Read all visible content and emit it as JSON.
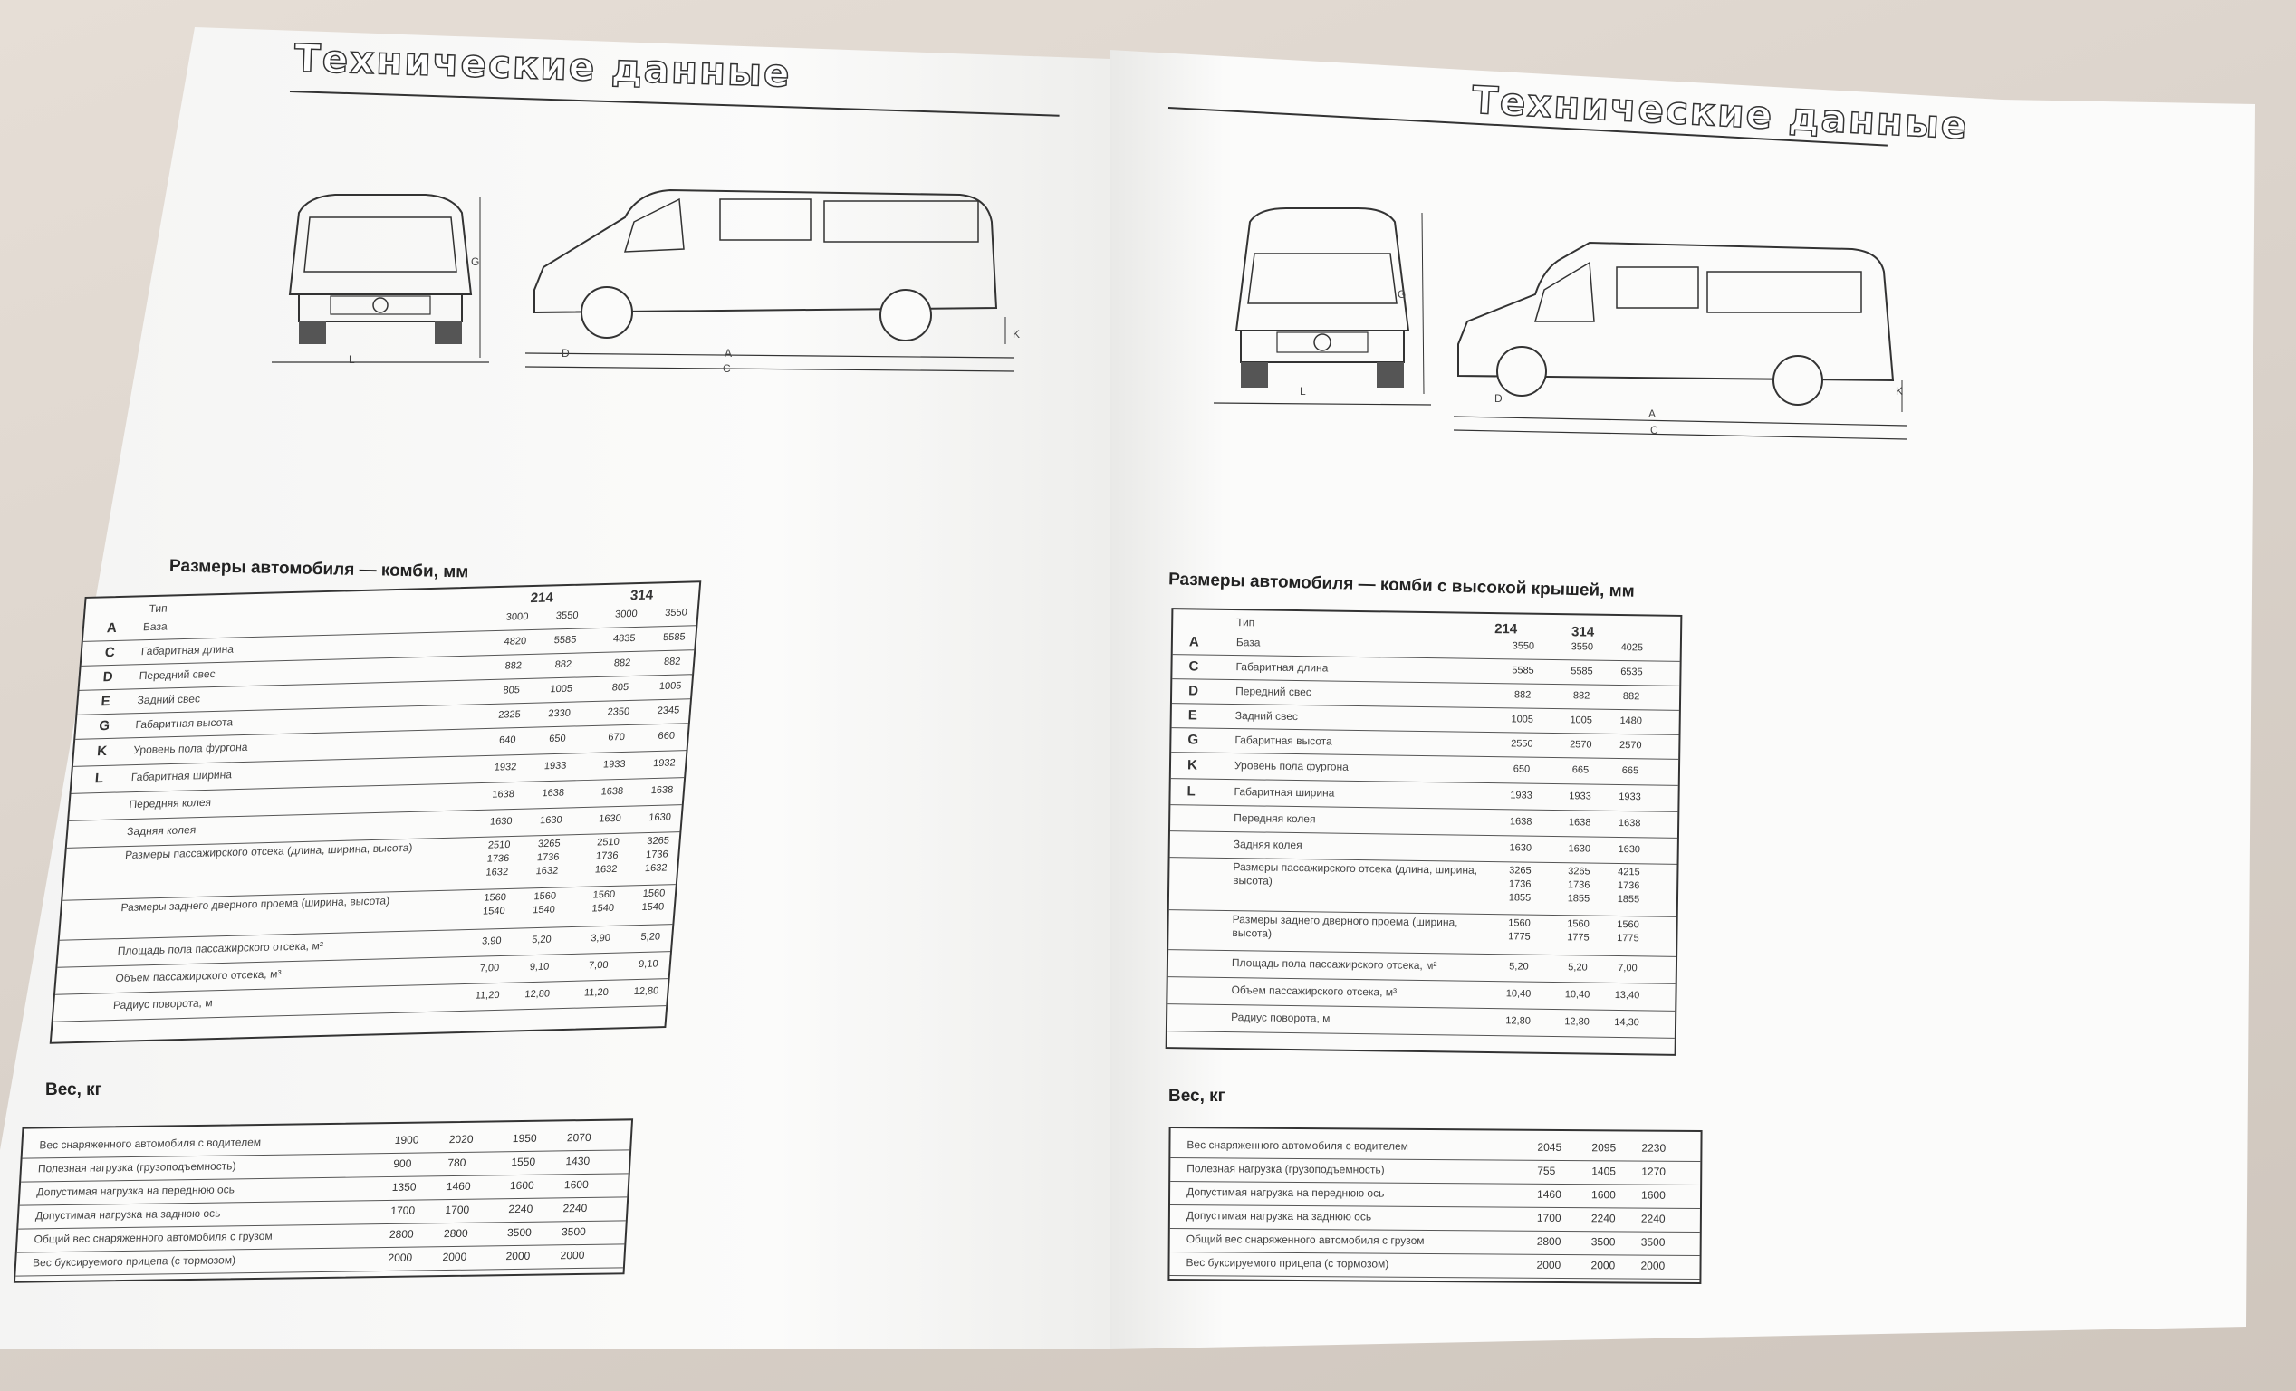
{
  "left_page": {
    "header": "Технические данные",
    "dims_title": "Размеры автомобиля — комби, мм",
    "weight_title": "Вес, кг",
    "col_type": "Тип",
    "models": [
      "214",
      "314"
    ],
    "rows": [
      {
        "key": "A",
        "label": "База",
        "v": [
          "3000",
          "3550",
          "3000",
          "3550"
        ]
      },
      {
        "key": "C",
        "label": "Габаритная длина",
        "v": [
          "4820",
          "5585",
          "4835",
          "5585"
        ]
      },
      {
        "key": "D",
        "label": "Передний свес",
        "v": [
          "882",
          "882",
          "882",
          "882"
        ]
      },
      {
        "key": "E",
        "label": "Задний свес",
        "v": [
          "805",
          "1005",
          "805",
          "1005"
        ]
      },
      {
        "key": "G",
        "label": "Габаритная высота",
        "v": [
          "2325",
          "2330",
          "2350",
          "2345"
        ]
      },
      {
        "key": "K",
        "label": "Уровень пола фургона",
        "v": [
          "640",
          "650",
          "670",
          "660"
        ]
      },
      {
        "key": "L",
        "label": "Габаритная ширина",
        "v": [
          "1932",
          "1933",
          "1933",
          "1932"
        ]
      },
      {
        "key": "",
        "label": "Передняя колея",
        "v": [
          "1638",
          "1638",
          "1638",
          "1638"
        ]
      },
      {
        "key": "",
        "label": "Задняя колея",
        "v": [
          "1630",
          "1630",
          "1630",
          "1630"
        ]
      },
      {
        "key": "",
        "label": "Размеры пассажирского отсека (длина, ширина, высота)",
        "v": [
          "2510 1736 1632",
          "3265 1736 1632",
          "2510 1736 1632",
          "3265 1736 1632"
        ]
      },
      {
        "key": "",
        "label": "Размеры заднего дверного проема (ширина, высота)",
        "v": [
          "1560 1540",
          "1560 1540",
          "1560 1540",
          "1560 1540"
        ]
      },
      {
        "key": "",
        "label": "Площадь пола пассажирского отсека, м²",
        "v": [
          "3,90",
          "5,20",
          "3,90",
          "5,20"
        ]
      },
      {
        "key": "",
        "label": "Объем пассажирского отсека, м³",
        "v": [
          "7,00",
          "9,10",
          "7,00",
          "9,10"
        ]
      },
      {
        "key": "",
        "label": "Радиус поворота, м",
        "v": [
          "11,20",
          "12,80",
          "11,20",
          "12,80"
        ]
      }
    ],
    "weights": [
      {
        "label": "Вес снаряженного автомобиля с водителем",
        "v": [
          "1900",
          "2020",
          "1950",
          "2070"
        ]
      },
      {
        "label": "Полезная нагрузка (грузоподъемность)",
        "v": [
          "900",
          "780",
          "1550",
          "1430"
        ]
      },
      {
        "label": "Допустимая нагрузка на переднюю ось",
        "v": [
          "1350",
          "1460",
          "1600",
          "1600"
        ]
      },
      {
        "label": "Допустимая нагрузка на заднюю ось",
        "v": [
          "1700",
          "1700",
          "2240",
          "2240"
        ]
      },
      {
        "label": "Общий вес снаряженного автомобиля с грузом",
        "v": [
          "2800",
          "2800",
          "3500",
          "3500"
        ]
      },
      {
        "label": "Вес буксируемого прицепа (с тормозом)",
        "v": [
          "2000",
          "2000",
          "2000",
          "2000"
        ]
      }
    ],
    "dim_letters": {
      "front_L": "L",
      "front_G": "G",
      "side_D": "D",
      "side_A": "A",
      "side_C": "C",
      "side_K": "K"
    }
  },
  "right_page": {
    "header": "Технические данные",
    "dims_title": "Размеры автомобиля — комби с высокой крышей, мм",
    "weight_title": "Вес, кг",
    "col_type": "Тип",
    "models": [
      "214",
      "314"
    ],
    "rows": [
      {
        "key": "A",
        "label": "База",
        "v": [
          "3550",
          "3550",
          "4025"
        ]
      },
      {
        "key": "C",
        "label": "Габаритная длина",
        "v": [
          "5585",
          "5585",
          "6535"
        ]
      },
      {
        "key": "D",
        "label": "Передний свес",
        "v": [
          "882",
          "882",
          "882"
        ]
      },
      {
        "key": "E",
        "label": "Задний свес",
        "v": [
          "1005",
          "1005",
          "1480"
        ]
      },
      {
        "key": "G",
        "label": "Габаритная высота",
        "v": [
          "2550",
          "2570",
          "2570"
        ]
      },
      {
        "key": "K",
        "label": "Уровень пола фургона",
        "v": [
          "650",
          "665",
          "665"
        ]
      },
      {
        "key": "L",
        "label": "Габаритная ширина",
        "v": [
          "1933",
          "1933",
          "1933"
        ]
      },
      {
        "key": "",
        "label": "Передняя колея",
        "v": [
          "1638",
          "1638",
          "1638"
        ]
      },
      {
        "key": "",
        "label": "Задняя колея",
        "v": [
          "1630",
          "1630",
          "1630"
        ]
      },
      {
        "key": "",
        "label": "Размеры пассажирского отсека (длина, ширина, высота)",
        "v": [
          "3265 1736 1855",
          "3265 1736 1855",
          "4215 1736 1855"
        ]
      },
      {
        "key": "",
        "label": "Размеры заднего дверного проема (ширина, высота)",
        "v": [
          "1560 1775",
          "1560 1775",
          "1560 1775"
        ]
      },
      {
        "key": "",
        "label": "Площадь пола пассажирского отсека, м²",
        "v": [
          "5,20",
          "5,20",
          "7,00"
        ]
      },
      {
        "key": "",
        "label": "Объем пассажирского отсека, м³",
        "v": [
          "10,40",
          "10,40",
          "13,40"
        ]
      },
      {
        "key": "",
        "label": "Радиус поворота, м",
        "v": [
          "12,80",
          "12,80",
          "14,30"
        ]
      }
    ],
    "weights": [
      {
        "label": "Вес снаряженного автомобиля с водителем",
        "v": [
          "2045",
          "2095",
          "2230"
        ]
      },
      {
        "label": "Полезная нагрузка (грузоподъемность)",
        "v": [
          "755",
          "1405",
          "1270"
        ]
      },
      {
        "label": "Допустимая нагрузка на переднюю ось",
        "v": [
          "1460",
          "1600",
          "1600"
        ]
      },
      {
        "label": "Допустимая нагрузка на заднюю ось",
        "v": [
          "1700",
          "2240",
          "2240"
        ]
      },
      {
        "label": "Общий вес снаряженного автомобиля с грузом",
        "v": [
          "2800",
          "3500",
          "3500"
        ]
      },
      {
        "label": "Вес буксируемого прицепа (с тормозом)",
        "v": [
          "2000",
          "2000",
          "2000"
        ]
      }
    ],
    "dim_letters": {
      "front_L": "L",
      "front_G": "G",
      "side_D": "D",
      "side_A": "A",
      "side_C": "C",
      "side_K": "K"
    }
  }
}
